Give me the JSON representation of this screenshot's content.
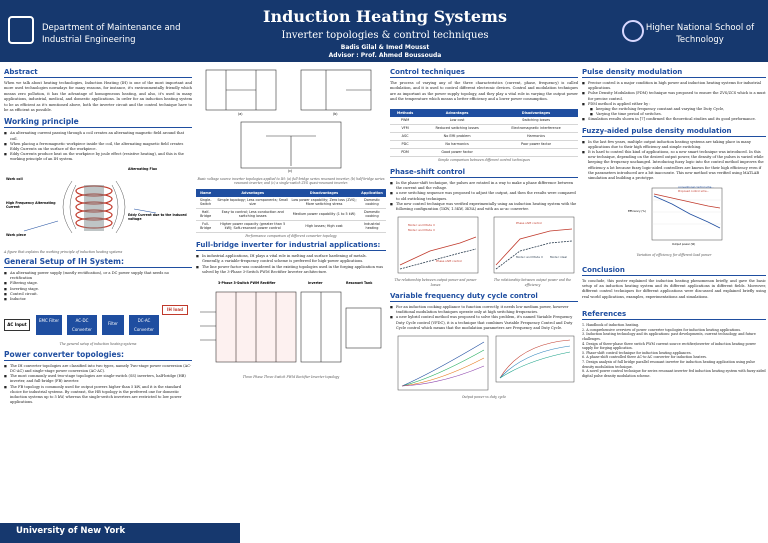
{
  "header": {
    "left_org": "Department of Maintenance and Industrial Engineering",
    "right_org": "Higher National School of Technology",
    "title": "Induction Heating Systems",
    "subtitle": "Inverter topologies & control techniques",
    "authors": "Badis Gilal & Imed Mousst",
    "advisor": "Advisor : Prof. Ahmed Boussouda"
  },
  "abstract": {
    "heading": "Abstract",
    "text": "When we talk about heating technologies, Induction Heating (IH) is one of the most important and more used technologies nowadays for many reasons, for instance, it's environmentally friendly which means zero pollution, it has the advantage of homogeneous heating, and also, it's used in many applications, industrial, medical, and domestic applications. In order for an induction heating system to be as efficient as it's mentioned above, both the inverter circuit and the control technique have to be as efficient as possible."
  },
  "working_principle": {
    "heading": "Working principle",
    "bullets": [
      "An alternating current passing through a coil creates an alternating magnetic field around that coil.",
      "When placing a ferromagnetic workpiece inside the coil, the alternating magnetic field creates Eddy Currents on the surface of the workpiece.",
      "Eddy Currents produce heat on the workpiece by joule effect (resistive heating), and this is the working principle of an IH system."
    ],
    "fig_labels": {
      "work_coil": "Work coil",
      "alternating_flux": "Alternating Flux",
      "hf_current": "High Frequency Alternating Current",
      "eddy": "Eddy Current due to the induced voltage",
      "work_piece": "Work piece"
    },
    "caption": "A figure that explains the working principle of induction heating systems"
  },
  "general_setup": {
    "heading": "General Setup of IH System:",
    "bullets": [
      "An alternating power supply (mostly rectification), or a DC power supply that needs no rectification",
      "Filtering stage.",
      "Inverting stage.",
      "Control circuit.",
      "Inductor."
    ],
    "blocks": [
      "AC Input",
      "EMC Filter",
      "AC-DC Converter",
      "Filter",
      "DC-AC Converter",
      "IH load"
    ],
    "caption": "The general setup of induction heating systems"
  },
  "power_converter": {
    "heading": "Power converter topologies:",
    "bullets": [
      "The IH converter topologies are classified into two types, namely Two-stage power conversion (AC-DC-AC) and single-stage power conversion (AC-AC).",
      "The most commonly used two-stage topologies are single-switch (SS) inverters, half-bridge (HB) inverter, and full-bridge (FB) inverter.",
      "The FB topology is commonly used for output powers higher than 5 kW, and it is the standard choice for industrial systems. By contrast, the HB topology is the preferred one for domestic induction systems up to 5 kW, whereas the single-switch inverters are restricted to low power applications."
    ]
  },
  "topology_fig": {
    "labels": [
      "(a)",
      "(b)",
      "(c)"
    ],
    "caption": "Basic voltage source inverter topologies applied to IH: (a) full-bridge series resonant inverter, (b) half-bridge series resonant inverter, and (c) a single-switch ZVS quasi-resonant inverter."
  },
  "topology_table": {
    "headers": [
      "Name",
      "Advantages",
      "Disadvantages",
      "Application"
    ],
    "rows": [
      [
        "Single-Switch",
        "Simple topology; Less components; Small size",
        "Low power capability; Zero loss (ZVS); More switching stress",
        "Domestic cooking"
      ],
      [
        "Half-Bridge",
        "Easy to control; Less conduction and switching losses",
        "Medium power capability (1 to 5 kW)",
        "Domestic cooking"
      ],
      [
        "Full-Bridge",
        "Higher power capacity (greater than 5 kW); Soft-resonant power control",
        "High losses; High cost",
        "Industrial heating"
      ]
    ],
    "caption": "Performance comparison of different converter topology"
  },
  "full_bridge": {
    "heading": "Full-bridge inverter for industrial applications:",
    "bullets": [
      "In industrial applications, IH plays a vital role in melting and surface hardening of metals. Generally, a variable-frequency control scheme is preferred for high-power applications.",
      "The line power factor was considered in the existing topologies used in the forging application was solved by the 3-Phase 3-Switch PWM Rectifier Inverter architecture."
    ],
    "fig_labels": {
      "rectifier": "3-Phase 3-Switch PWM Rectifier",
      "inverter": "Inverter",
      "tank": "Resonant Tank"
    },
    "caption": "Three Phase Three Switch PWM Rectifier Inverter topology"
  },
  "control_techniques": {
    "heading": "Control techniques",
    "text": "The process of varying any of the three characteristics (current, phase, frequency) is called modulation, and it is used to control different electronic devices. Control and modulation techniques are as important as the power supply topology, and they play a vital role in varying the output power and the temperature which means a better efficiency and a lower power consumption.",
    "table_headers": [
      "Methods",
      "Advantages",
      "Disadvantages"
    ],
    "table_rows": [
      [
        "PWM",
        "Low cost",
        "Switching losses"
      ],
      [
        "VFM",
        "Reduced switching losses",
        "Electromagnetic interference"
      ],
      [
        "ASC",
        "No EMI problem",
        "Harmonics"
      ],
      [
        "PDC",
        "No harmonics",
        "Poor power factor"
      ],
      [
        "PDM",
        "Good power factor",
        ""
      ]
    ],
    "table_caption": "Simple comparison between different control techniques"
  },
  "phase_shift": {
    "heading": "Phase-shift control",
    "bullets": [
      "In the phase-shift technique, the pulses are rotated in a way to make a phase difference between the current and the voltage.",
      "a new switching sequence was proposed to adjust the output, and then the results were compared to old switching techniques.",
      "The new control technique was verified experimentally using an induction heating system with the following configuration (1KW, 1.5KW, 3KVA) and with an ac-ac converter."
    ],
    "graph_labels": [
      "Mode I and Mode II",
      "Mode I and Mode II",
      "Phase shift control",
      "Phase shift control",
      "Mode I and Mode II",
      "Mode I ideal"
    ],
    "caption_left": "The relationship between output power and power losses",
    "caption_right": "The relationship between output power and the efficiency"
  },
  "variable_freq": {
    "heading": "Variable frequency duty cycle control",
    "bullets": [
      "For an induction cooking appliance to function correctly, it needs low medium power, however traditional modulation techniques operate only at high switching frequencies.",
      "a new hybrid control method was proposed to solve this problem, it's named Variable Frequency Duty Cycle control (VFDC), it is a technique that combines Variable Frequency Control and Duty Cycle control which means that the modulation parameters are Frequency and Duty Cycle."
    ],
    "graph_caption": "Output power vs duty cycle"
  },
  "pdm": {
    "heading": "Pulse density modulation",
    "bullets": [
      "Precise control is a major condition in high power and induction heating systems for industrial applications.",
      "Pulse Density Modulation (PDM) technique was proposed to ensure the ZVS/ZCS which is a must for precise control.",
      "PDM method is applied either by :"
    ],
    "sub_bullets": [
      "keeping the switching frequency constant and varying the Duty Cycle,",
      "Varying the time period of switches."
    ],
    "last_bullet": "Simulation results shown in [7] confirmed the theoretical studies and its good performance."
  },
  "fuzzy": {
    "heading": "Fuzzy-aided pulse density modulation",
    "bullets": [
      "In the last few years, multiple output induction heating systems are taking place in many applications due to their high efficiency and simple switching.",
      "It is hard to control this kind of applications, so a new smart technique was introduced. In this new technique, depending on the desired output power, the density of the pulses is varied while keeping the frequency unchanged. Introducing fuzzy logic into the control method improves the efficiency a lot because fuzzy logic-aided controllers are known for their high efficiency even if the parameters introduced are a bit inaccurate. This new method was verified using MATLAB simulation and building a prototype."
    ],
    "caption": "Variation of efficiency for different load power"
  },
  "conclusion": {
    "heading": "Conclusion",
    "text": "To conclude, this poster explained the induction heating phenomenon briefly, and gave the basic setup of an induction heating system and its different applications in different fields. Moreover, different control techniques for different applications were discussed and explained briefly using real world applications, examples, experimentations and simulations."
  },
  "references": {
    "heading": "References",
    "items": [
      "1. Handbook of induction heating.",
      "2. A comprehensive overview of power converter topologies for induction heating applications.",
      "3. Induction heating technology and its applications: past developments, current technology, and future challenges.",
      "4. Design of three-phase three switch PWM current source rectifier/inverter of induction heating power supply for forging application.",
      "5. Phase-shift control technique for induction heating appliances.",
      "6. A phase-shift controlled three AC-to-AC converter for induction heaters.",
      "7. Design analysis of full bridge parallel resonant inverter for induction heating application using pulse density modulation technique.",
      "8. A novel power control technique for series resonant inverter fed induction heating system with fuzzy-aided digital pulse density modulation scheme."
    ]
  },
  "fuzzy_chart": {
    "legend": [
      "conventional control sche...",
      "Proposed control sche..."
    ],
    "ylabel": "Efficiency (%)",
    "xlabel": "Output power (W)"
  },
  "footer": {
    "text": "University of New York"
  },
  "colors": {
    "navy": "#16386e",
    "accent": "#1f4ea0"
  }
}
